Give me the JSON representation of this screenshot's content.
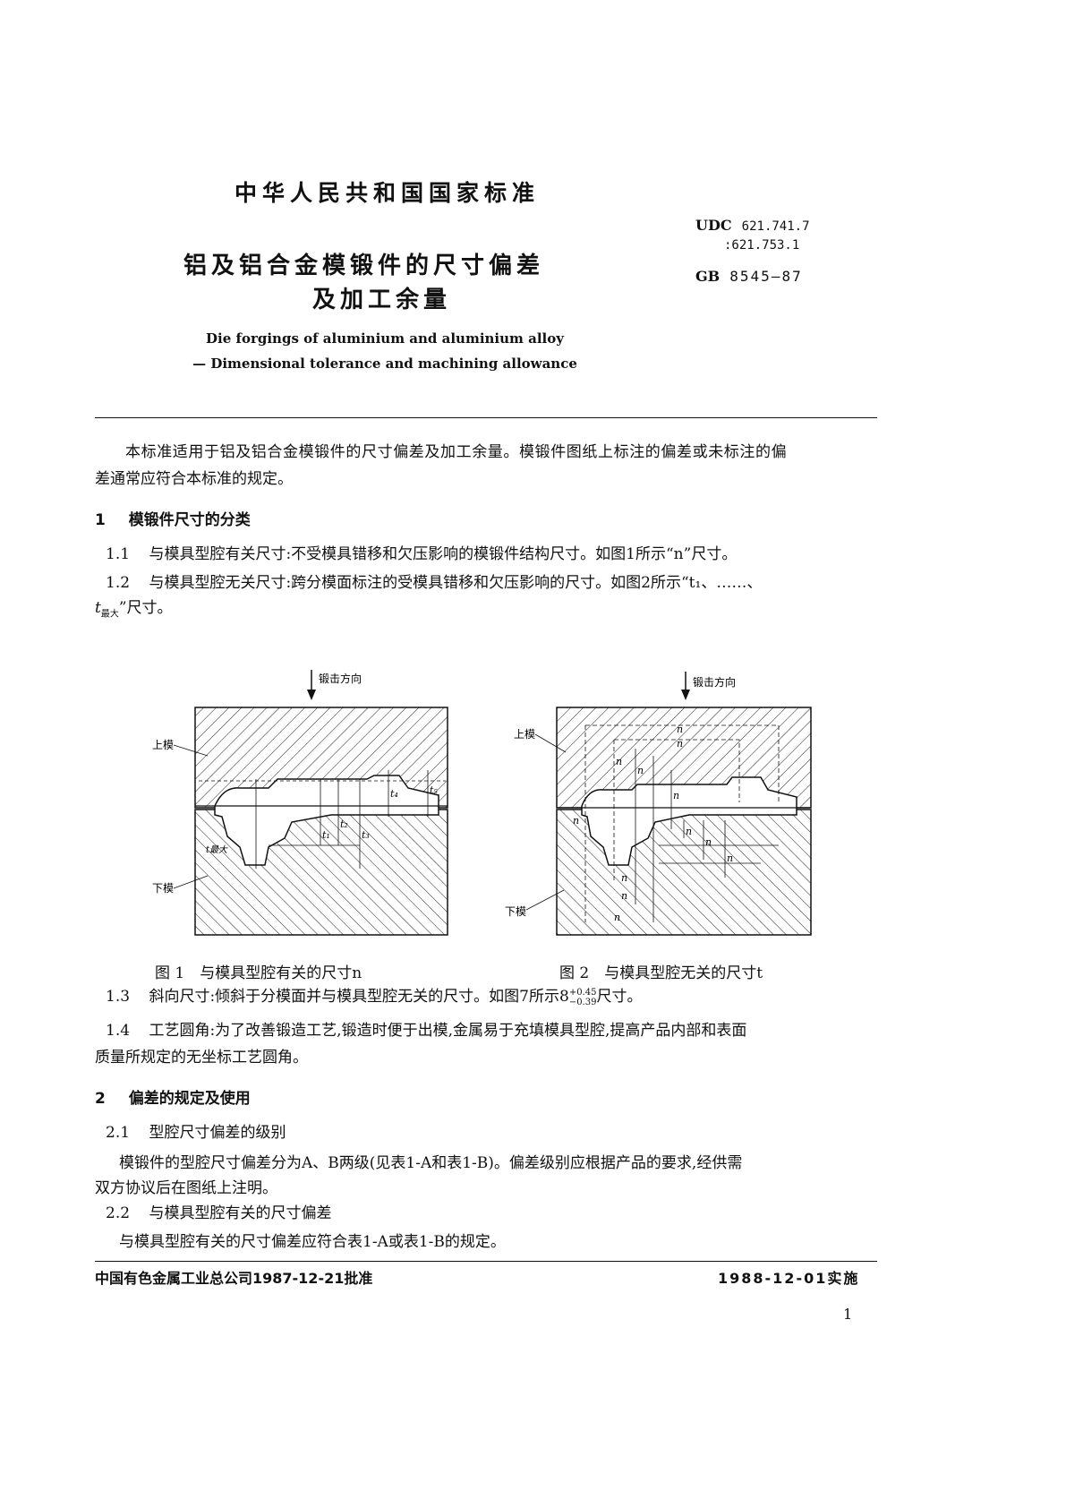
{
  "header": {
    "national_standard": "中华人民共和国国家标准",
    "title_cn_line1": "铝及铝合金模锻件的尺寸偏差",
    "title_cn_line2": "及加工余量",
    "udc_label": "UDC",
    "udc_line1": "621.741.7",
    "udc_line2": ":621.753.1",
    "gb_label": "GB",
    "gb_number": "8545—87",
    "title_en_line1": "Die forgings of aluminium and aluminium alloy",
    "title_en_line2": "— Dimensional tolerance and machining allowance"
  },
  "intro": {
    "line1": "本标准适用于铝及铝合金模锻件的尺寸偏差及加工余量。模锻件图纸上标注的偏差或未标注的偏",
    "line2": "差通常应符合本标准的规定。"
  },
  "section1": {
    "number": "1",
    "title": "模锻件尺寸的分类",
    "c11_num": "1.1",
    "c11_text": "与模具型腔有关尺寸:不受模具错移和欠压影响的模锻件结构尺寸。如图1所示“n”尺寸。",
    "c12_num": "1.2",
    "c12_text": "与模具型腔无关尺寸:跨分模面标注的受模具错移和欠压影响的尺寸。如图2所示“t₁、……、",
    "c12_cont": "t",
    "c12_sub": "最大",
    "c12_tail": "”尺寸。",
    "c13_num": "1.3",
    "c13_text": "斜向尺寸:倾斜于分模面并与模具型腔无关的尺寸。如图7所示8",
    "c13_tol_upper": "+0.45",
    "c13_tol_lower": "−0.39",
    "c13_tail": "尺寸。",
    "c14_num": "1.4",
    "c14_line1": "工艺圆角:为了改善锻造工艺,锻造时便于出模,金属易于充填模具型腔,提高产品内部和表面",
    "c14_line2": "质量所规定的无坐标工艺圆角。"
  },
  "figures": {
    "forging_direction": "锻击方向",
    "upper_die": "上模",
    "lower_die": "下模",
    "dim_n": "n",
    "fig1_caption": "图 1　与模具型腔有关的尺寸n",
    "fig2_caption": "图 2　与模具型腔无关的尺寸t",
    "fig1_t1": "t₁",
    "fig1_t2": "t₂",
    "fig1_t3": "t₃",
    "fig1_t4": "t₄",
    "fig1_t5": "t₅",
    "fig1_tmax": "t最大"
  },
  "section2": {
    "number": "2",
    "title": "偏差的规定及使用",
    "c21_num": "2.1",
    "c21_title": "型腔尺寸偏差的级别",
    "c21_line1": "模锻件的型腔尺寸偏差分为A、B两级(见表1-A和表1-B)。偏差级别应根据产品的要求,经供需",
    "c21_line2": "双方协议后在图纸上注明。",
    "c22_num": "2.2",
    "c22_title": "与模具型腔有关的尺寸偏差",
    "c22_line1": "与模具型腔有关的尺寸偏差应符合表1-A或表1-B的规定。"
  },
  "footer": {
    "approval": "中国有色金属工业总公司1987-12-21批准",
    "implementation": "1988-12-01实施",
    "page_number": "1"
  }
}
